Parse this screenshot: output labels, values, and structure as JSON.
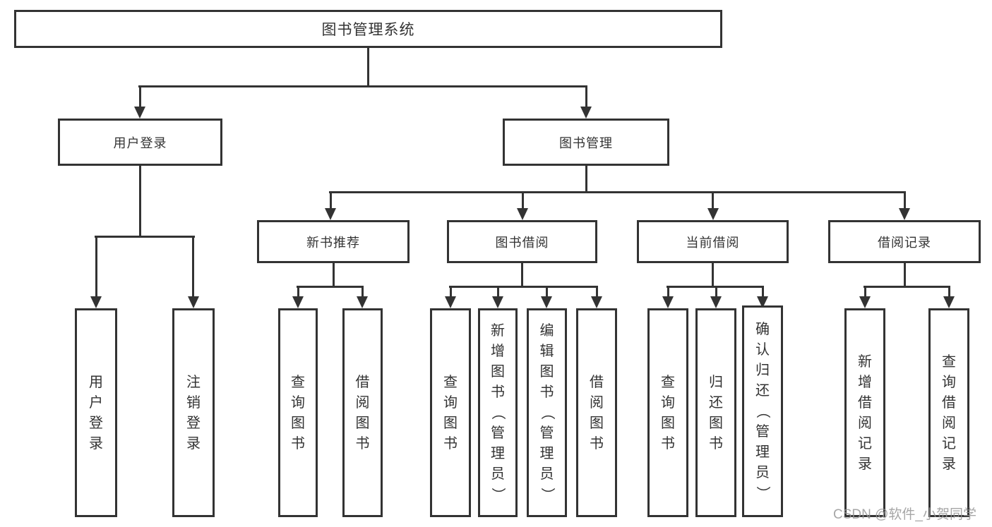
{
  "tree": {
    "label": "图书管理系统",
    "children": [
      {
        "label": "用户登录",
        "children": [
          {
            "label": "用户登录"
          },
          {
            "label": "注销登录"
          }
        ]
      },
      {
        "label": "图书管理",
        "children": [
          {
            "label": "新书推荐",
            "children": [
              {
                "label": "查询图书"
              },
              {
                "label": "借阅图书"
              }
            ]
          },
          {
            "label": "图书借阅",
            "children": [
              {
                "label": "查询图书"
              },
              {
                "label": "新增图书（管理员）"
              },
              {
                "label": "编辑图书（管理员）"
              },
              {
                "label": "借阅图书"
              }
            ]
          },
          {
            "label": "当前借阅",
            "children": [
              {
                "label": "查询图书"
              },
              {
                "label": "归还图书"
              },
              {
                "label": "确认归还（管理员）"
              }
            ]
          },
          {
            "label": "借阅记录",
            "children": [
              {
                "label": "新增借阅记录"
              },
              {
                "label": "查询借阅记录"
              }
            ]
          }
        ]
      }
    ]
  },
  "watermark": {
    "text": "CSDN @软件_小贺同学"
  },
  "colors": {
    "line": "#333333",
    "text": "#333333",
    "background": "#ffffff",
    "watermark": "#969696"
  }
}
